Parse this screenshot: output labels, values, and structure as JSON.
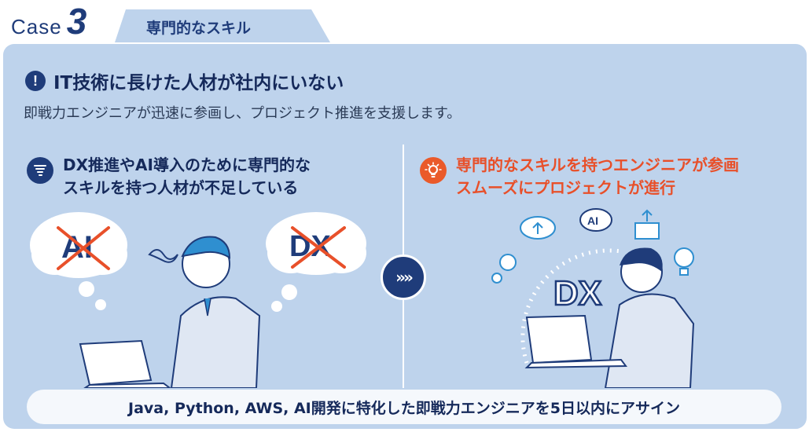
{
  "case": {
    "word": "Case",
    "number": "3"
  },
  "tab": {
    "label": "専門的なスキル"
  },
  "problem": {
    "title": "IT技術に長けた人材が社内にいない",
    "subtitle": "即戦力エンジニアが迅速に参画し、プロジェクト推進を支援します。"
  },
  "left": {
    "line1": "DX推進やAI導入のために専門的な",
    "line2": "スキルを持つ人材が不足している",
    "bubble_ai": "AI",
    "bubble_dx": "DX"
  },
  "right": {
    "line1": "専門的なスキルを持つエンジニアが参画",
    "line2": "スムーズにプロジェクトが進行",
    "dx_label": "DX",
    "ai_label": "AI"
  },
  "arrow": {
    "label": "»»"
  },
  "bottom": {
    "text": "Java, Python, AWS, AI開発に特化した即戦力エンジニアを5日以内にアサイン"
  },
  "colors": {
    "navy": "#1f3c7a",
    "panel": "#bed3ec",
    "accent": "#e8502a",
    "bar": "#f5f8fc"
  }
}
